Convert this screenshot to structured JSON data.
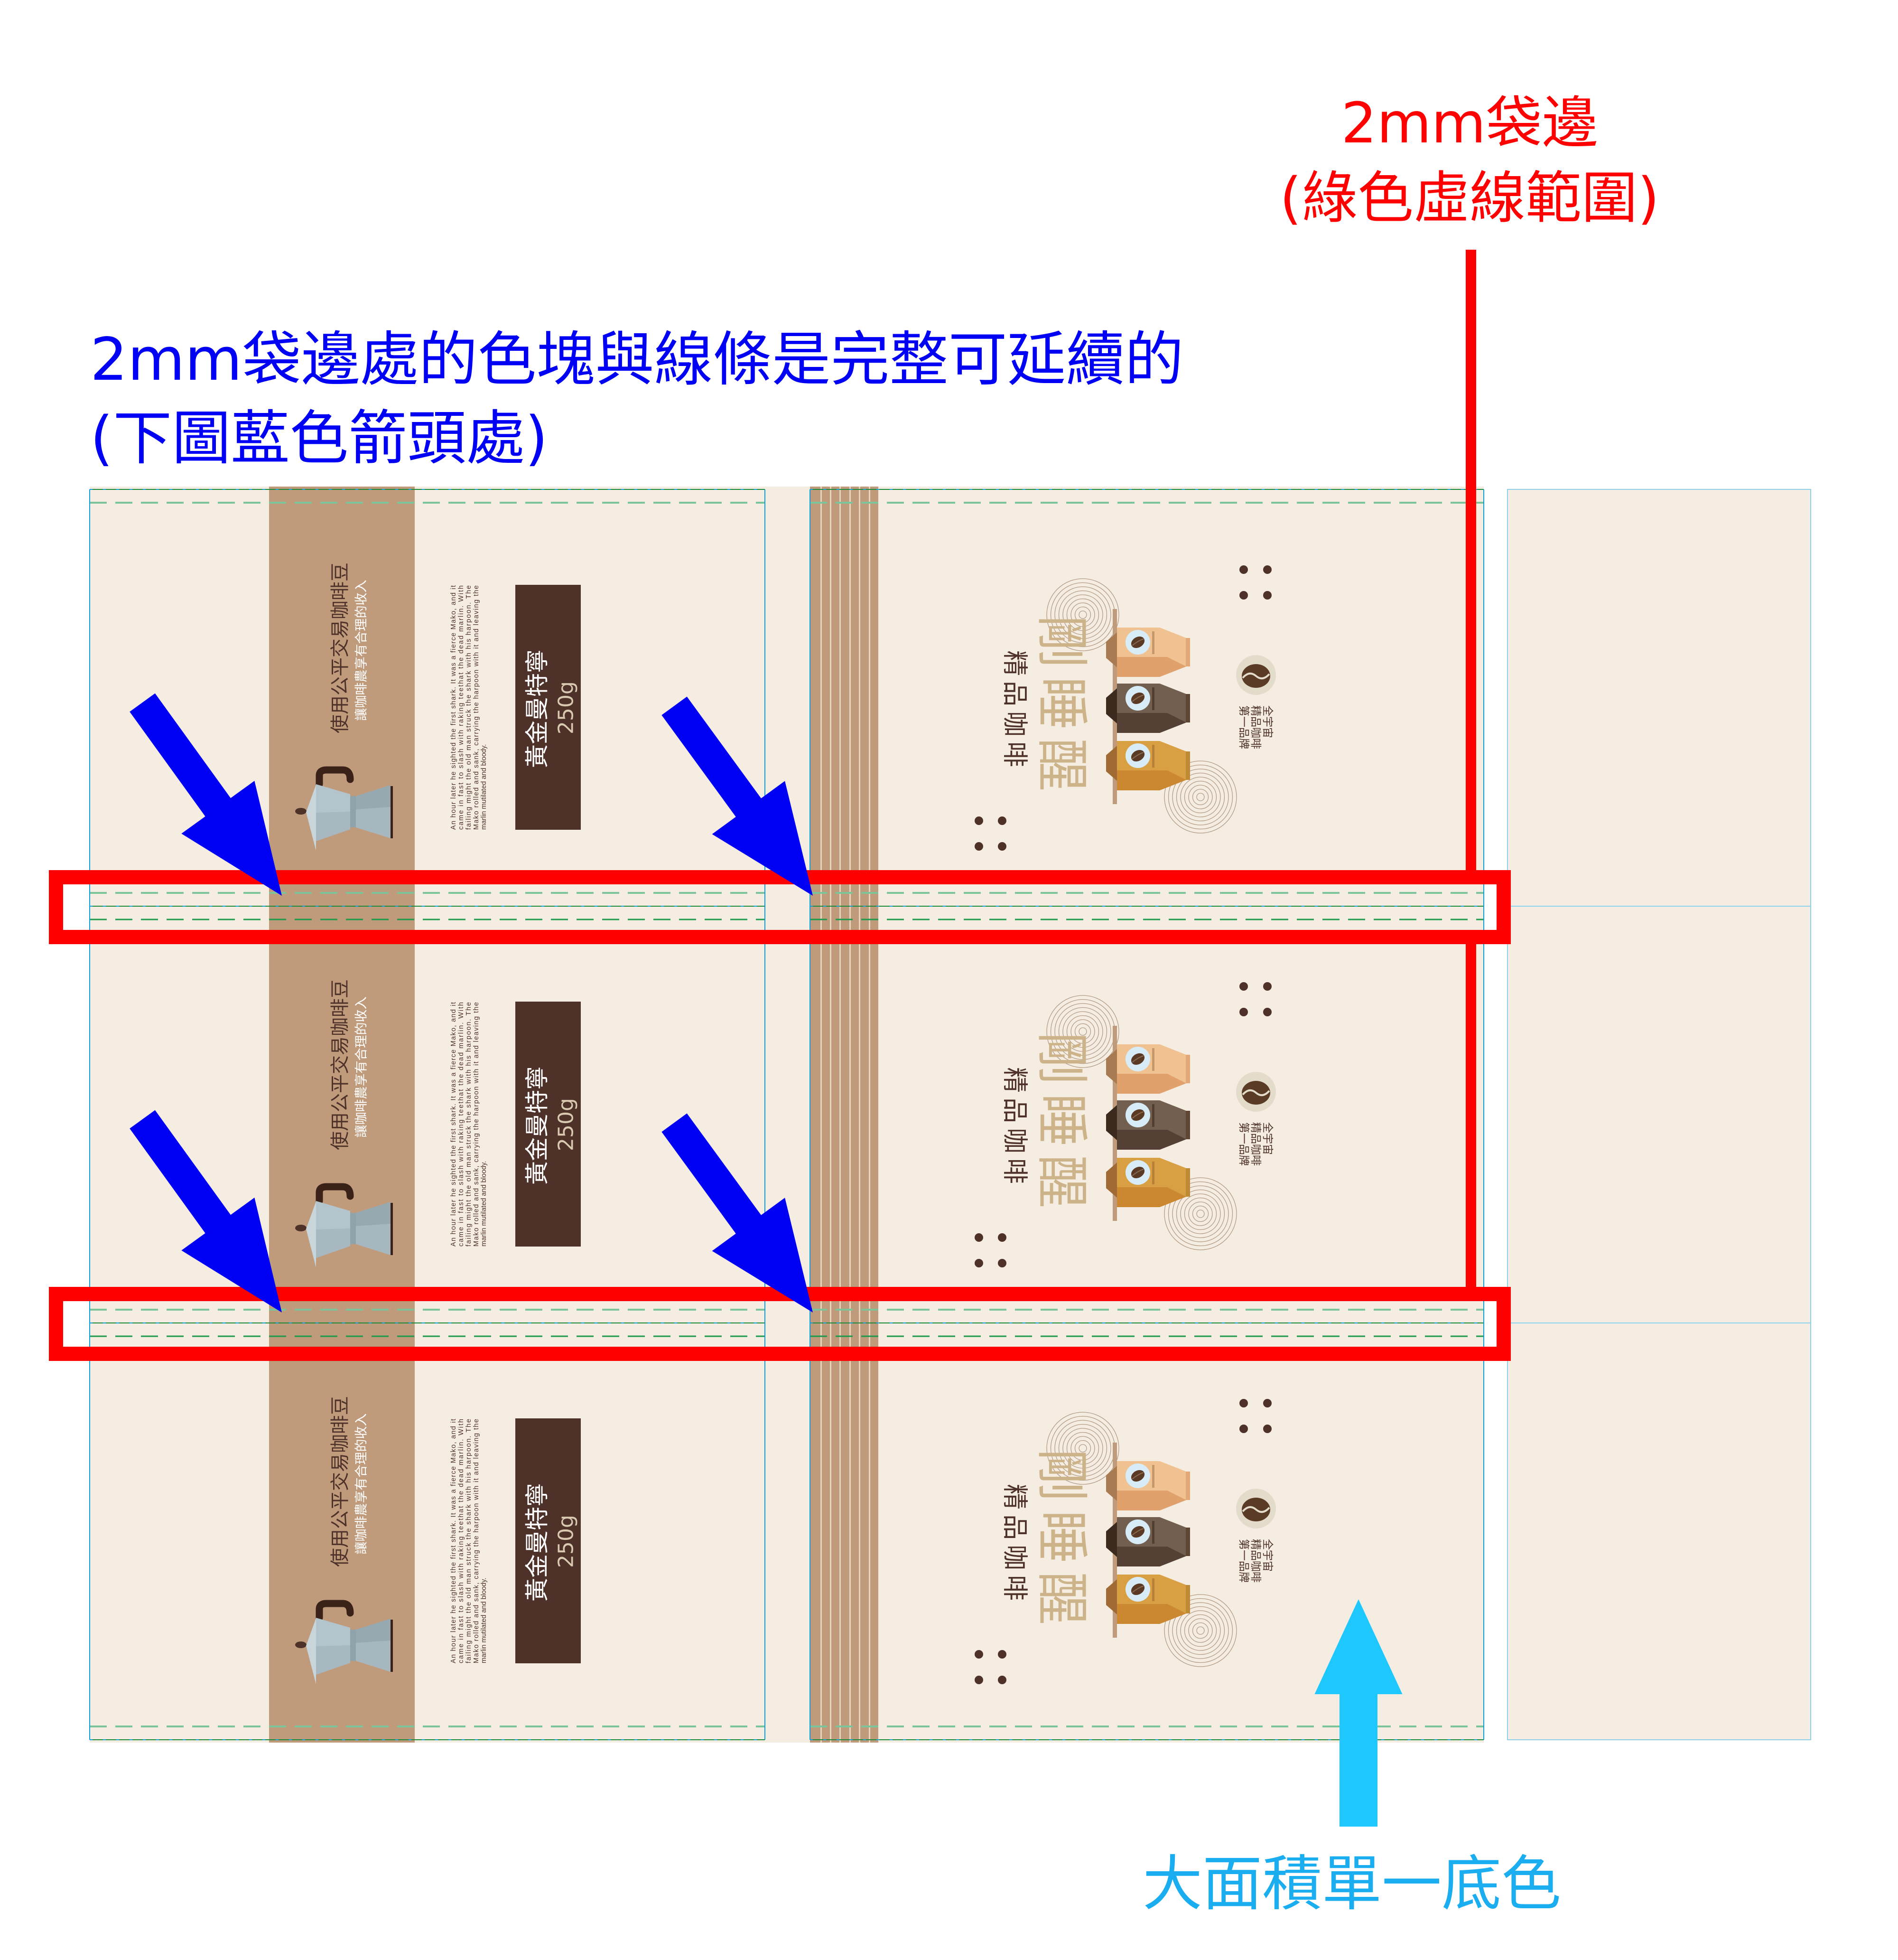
{
  "annotations": {
    "bleed_title": "2mm袋邊",
    "bleed_subtitle": "(綠色虛線範圍)",
    "continuity_line1": "2mm袋邊處的色塊與線條是完整可延續的",
    "continuity_line2": "(下圖藍色箭頭處)",
    "solid_color_note": "大面積單一底色",
    "colors": {
      "red": "#ff0000",
      "blue": "#0000f5",
      "cyan": "#1ec8ff",
      "cyan_text": "#1aaef0"
    }
  },
  "design": {
    "band_title": "使用公平交易咖啡豆",
    "band_subtitle": "讓咖啡農享有合理的收入",
    "paragraph": [
      "An hour later he sighted the first shark. It was a fierce Mako, and it",
      "came in fast to slash with raking teethat the dead marlin. With",
      "failing might the old man struck the shark with his harpoon. The",
      "Mako rolled and sank, carrying the harpoon with it and leaving the",
      "marlin mutilated and bloody."
    ],
    "product_name": "黃金曼特寧",
    "weight": "250g",
    "brand_title": "剛睡醒",
    "brand_subtitle": "精品咖啡",
    "tagline": [
      "全宇宙",
      "精品咖啡",
      "第一品牌"
    ],
    "icons": [
      "moka-pot-icon",
      "coffee-bag-icon",
      "coffee-bean-logo-icon",
      "concentric-circles",
      "dots"
    ],
    "colors": {
      "background": "#f5ede1",
      "band": "#bf9b7c",
      "dark_brown": "#4e3229",
      "title_tan": "#cdb389",
      "weight_text": "#d8c9b0",
      "bleed_green": "#1a8a3a",
      "guide_blue": "#0aa0e0"
    }
  }
}
